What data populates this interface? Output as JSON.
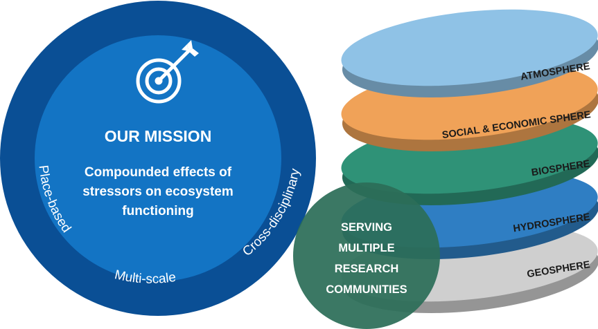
{
  "mission": {
    "title": "OUR MISSION",
    "body_lines": [
      "Compounded effects of",
      "stressors on ecosystem",
      "functioning"
    ],
    "icon": "target-arrow-icon",
    "ring_labels": {
      "left": "Place-based",
      "bottom": "Multi-scale",
      "right": "Cross-disciplinary"
    }
  },
  "layers": [
    {
      "label": "ATMOSPHERE",
      "color": "#8fc2e6"
    },
    {
      "label": "SOCIAL & ECONOMIC SPHERE",
      "color": "#f0a258"
    },
    {
      "label": "BIOSPHERE",
      "color": "#2f9277"
    },
    {
      "label": "HYDROSPHERE",
      "color": "#2f7ec3"
    },
    {
      "label": "GEOSPHERE",
      "color": "#cfcfcf"
    }
  ],
  "serving": {
    "lines": [
      "SERVING",
      "MULTIPLE",
      "RESEARCH",
      "COMMUNITIES"
    ],
    "color": "#2c6e58"
  },
  "colors": {
    "outer_ring": "#0a4f95",
    "inner_circle": "#1374c4"
  }
}
